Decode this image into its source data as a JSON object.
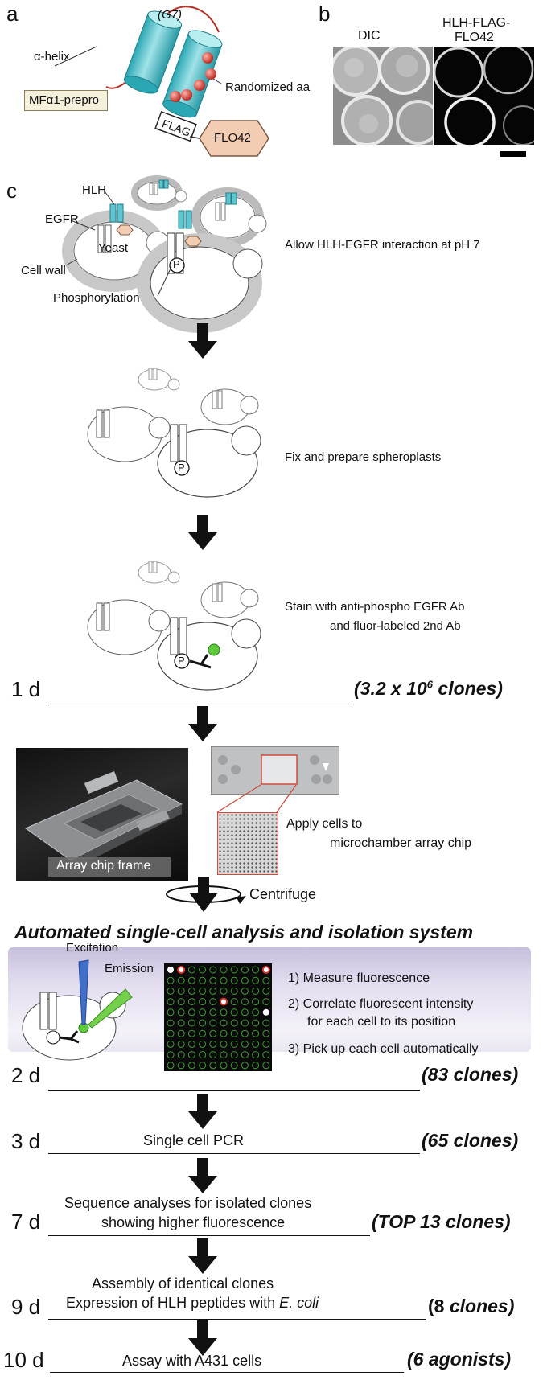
{
  "panel_a": {
    "letter": "a",
    "helix": "α-helix",
    "g7": "(G7)",
    "random": "Randomized aa",
    "prepro": "MFα1-prepro",
    "flag": "FLAG",
    "flo42": "FLO42"
  },
  "panel_b": {
    "letter": "b",
    "dic": "DIC",
    "hlh1": "HLH-FLAG-",
    "hlh2": "FLO42"
  },
  "panel_c": {
    "letter": "c",
    "labels": {
      "hlh": "HLH",
      "egfr": "EGFR",
      "yeast": "Yeast",
      "cell_wall": "Cell wall",
      "phospho": "Phosphorylation",
      "p": "P"
    },
    "steps": {
      "s1": "Allow HLH-EGFR interaction at pH 7",
      "s2": "Fix and prepare spheroplasts",
      "s3a": "Stain with anti-phospho EGFR Ab",
      "s3b": "and fluor-labeled 2nd Ab",
      "apply1": "Apply cells to",
      "apply2": "microchamber array chip",
      "frame": "Array chip frame",
      "centrifuge": "Centrifuge"
    },
    "system": {
      "title": "Automated single-cell analysis and isolation system",
      "excitation": "Excitation",
      "emission": "Emission",
      "i1": "1)  Measure fluorescence",
      "i2a": "2)  Correlate fluorescent intensity",
      "i2b": "for each cell to its position",
      "i3": "3)  Pick up each cell automatically"
    },
    "timeline": [
      {
        "day": "1 d",
        "step": "",
        "result": "(3.2 x 10",
        "sup": "6",
        "result_end": " clones)"
      },
      {
        "day": "2 d",
        "step": "",
        "result": "(83 clones)"
      },
      {
        "day": "3 d",
        "step": "Single cell PCR",
        "result": "(65 clones)"
      },
      {
        "day": "7 d",
        "step_a": "Sequence analyses for isolated clones",
        "step_b": "showing higher fluorescence",
        "result": "(TOP 13 clones)"
      },
      {
        "day": "9 d",
        "step_a": "Assembly of identical clones",
        "step_b_pre": "Expression of HLH peptides with ",
        "step_b_it": "E. coli",
        "result_a": "(8 ",
        "result_b": "clones)"
      },
      {
        "day": "10 d",
        "step": "Assay with A431 cells",
        "result": "(6 agonists)"
      }
    ]
  },
  "colors": {
    "helix": "#5fc6cf",
    "bead": "#d9352c",
    "flo42": "#f3cdb3",
    "prepro": "#f5f0dc",
    "panel_bg": "#dcd5ea"
  }
}
